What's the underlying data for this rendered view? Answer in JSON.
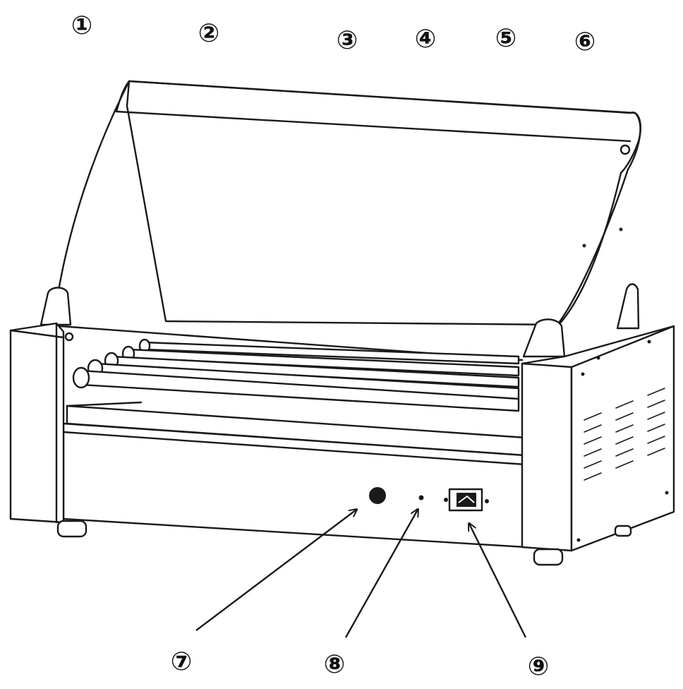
{
  "callouts": {
    "c1": "①",
    "c2": "②",
    "c3": "③",
    "c4": "④",
    "c5": "⑤",
    "c6": "⑥",
    "c7": "⑦",
    "c8": "⑧",
    "c9": "⑨"
  },
  "colors": {
    "line": "#1a1a1a",
    "background": "#ffffff"
  }
}
